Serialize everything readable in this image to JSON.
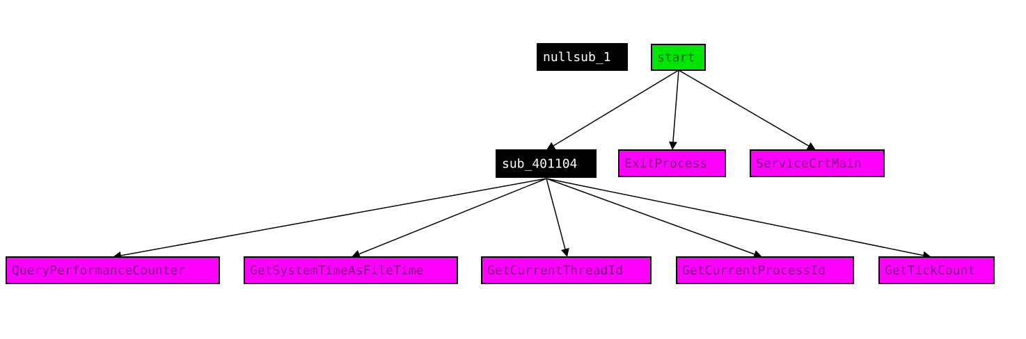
{
  "colors": {
    "api": "#ff00ff",
    "entry": "#00e600",
    "sub": "#000000",
    "api_text": "#7a007a",
    "entry_text": "#006000",
    "sub_text": "#ffffff"
  },
  "nodes": [
    {
      "id": "nullsub_1",
      "label": "nullsub_1",
      "kind": "sub"
    },
    {
      "id": "start",
      "label": "start",
      "kind": "entry"
    },
    {
      "id": "sub_401104",
      "label": "sub_401104",
      "kind": "sub"
    },
    {
      "id": "ExitProcess",
      "label": "ExitProcess",
      "kind": "api"
    },
    {
      "id": "ServiceCrtMain",
      "label": "ServiceCrtMain",
      "kind": "api"
    },
    {
      "id": "QueryPerformanceCounter",
      "label": "QueryPerformanceCounter",
      "kind": "api"
    },
    {
      "id": "GetSystemTimeAsFileTime",
      "label": "GetSystemTimeAsFileTime",
      "kind": "api"
    },
    {
      "id": "GetCurrentThreadId",
      "label": "GetCurrentThreadId",
      "kind": "api"
    },
    {
      "id": "GetCurrentProcessId",
      "label": "GetCurrentProcessId",
      "kind": "api"
    },
    {
      "id": "GetTickCount",
      "label": "GetTickCount",
      "kind": "api"
    }
  ],
  "edges": [
    {
      "from": "start",
      "to": "sub_401104"
    },
    {
      "from": "start",
      "to": "ExitProcess"
    },
    {
      "from": "start",
      "to": "ServiceCrtMain"
    },
    {
      "from": "sub_401104",
      "to": "QueryPerformanceCounter"
    },
    {
      "from": "sub_401104",
      "to": "GetSystemTimeAsFileTime"
    },
    {
      "from": "sub_401104",
      "to": "GetCurrentThreadId"
    },
    {
      "from": "sub_401104",
      "to": "GetCurrentProcessId"
    },
    {
      "from": "sub_401104",
      "to": "GetTickCount"
    }
  ]
}
